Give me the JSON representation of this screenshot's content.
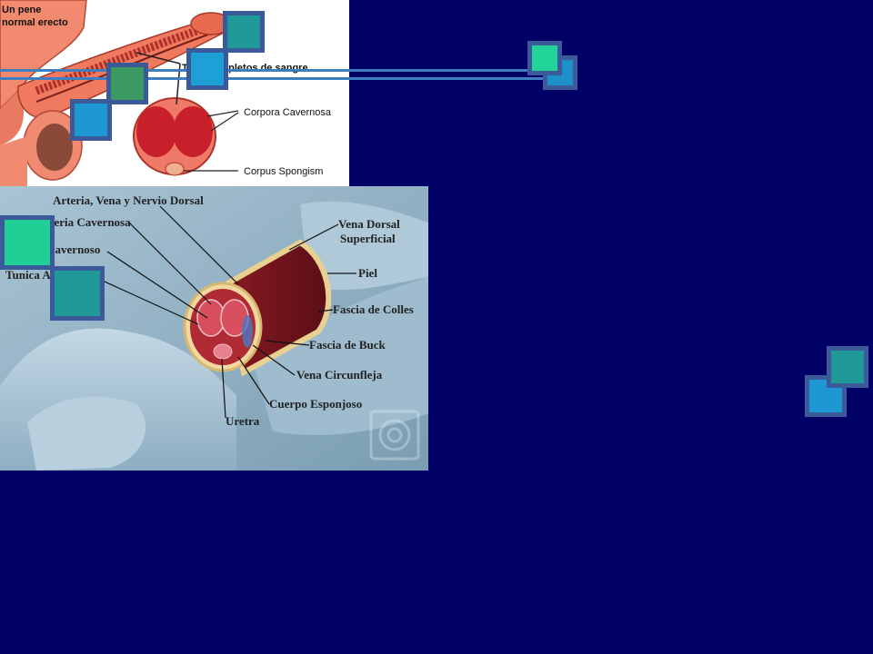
{
  "slide": {
    "background": "#000066",
    "accent_colors": [
      "#2aa3a0",
      "#1e9fd4",
      "#3a9a6a",
      "#22d39a",
      "#1e8fc8"
    ]
  },
  "diagram1": {
    "labels": {
      "title_line1": "Un pene",
      "title_line2": "normal erecto",
      "tissues": "Tejidos repletos de sangre",
      "cavernosa": "Corpora Cavernosa",
      "spongism": "Corpus Spongism"
    }
  },
  "diagram2": {
    "labels": {
      "dorsal": "Arteria, Vena y Nervio Dorsal",
      "cavernosa": "Arteria Cavernosa",
      "cuerpo_cavernoso": "Cuerpo Cavernoso",
      "tunica": "Tunica Albuginea",
      "vena_dorsal_1": "Vena Dorsal",
      "vena_dorsal_2": "Superficial",
      "piel": "Piel",
      "colles": "Fascia de Colles",
      "buck": "Fascia de Buck",
      "circunfleja": "Vena Circunfleja",
      "esponjoso": "Cuerpo Esponjoso",
      "uretra": "Uretra"
    }
  }
}
